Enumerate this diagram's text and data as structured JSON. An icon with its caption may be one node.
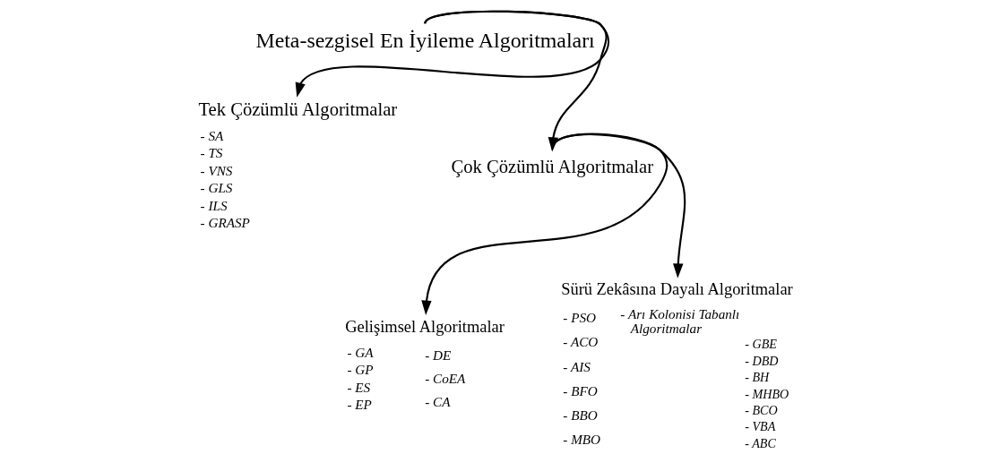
{
  "diagram": {
    "nodes": [
      {
        "text": [
          "Meta-sezgisel En İyileme Algoritmaları"
        ]
      },
      {
        "text": [
          "Tek Çözümlü Algoritmalar"
        ],
        "beside": [
          "- SA",
          "- TS",
          "- VNS",
          "- GLS",
          "- ILS",
          "- GRASP"
        ]
      },
      {
        "text": [
          "Çok Çözümlü Algoritmalar"
        ]
      },
      {
        "text": [
          "Gelişimsel Algoritmalar"
        ],
        "beside": [
          "- GA",
          "- GP",
          "- ES",
          "- EP",
          "- DE",
          "- CoEA",
          "- CA"
        ]
      },
      {
        "text": [
          "Sürü Zekâsına Dayalı Algoritmalar"
        ],
        "beside": [
          "- PSO",
          "- ACO",
          "- AIS",
          "- BFO",
          "- BBO",
          "- MBO",
          "- Arı Kolonisi Tabanlı Algoritmalar",
          "- GBE",
          "- DBD",
          "- BH",
          "- MHBO",
          "- BCO",
          "- VBA",
          "- ABC"
        ]
      }
    ],
    "edges": [
      {
        "from": 0,
        "to": 1,
        "arrow": "to"
      },
      {
        "from": 0,
        "to": 2,
        "arrow": "to"
      },
      {
        "from": 2,
        "to": 3,
        "arrow": "to"
      },
      {
        "from": 2,
        "to": 4,
        "arrow": "to"
      }
    ]
  }
}
